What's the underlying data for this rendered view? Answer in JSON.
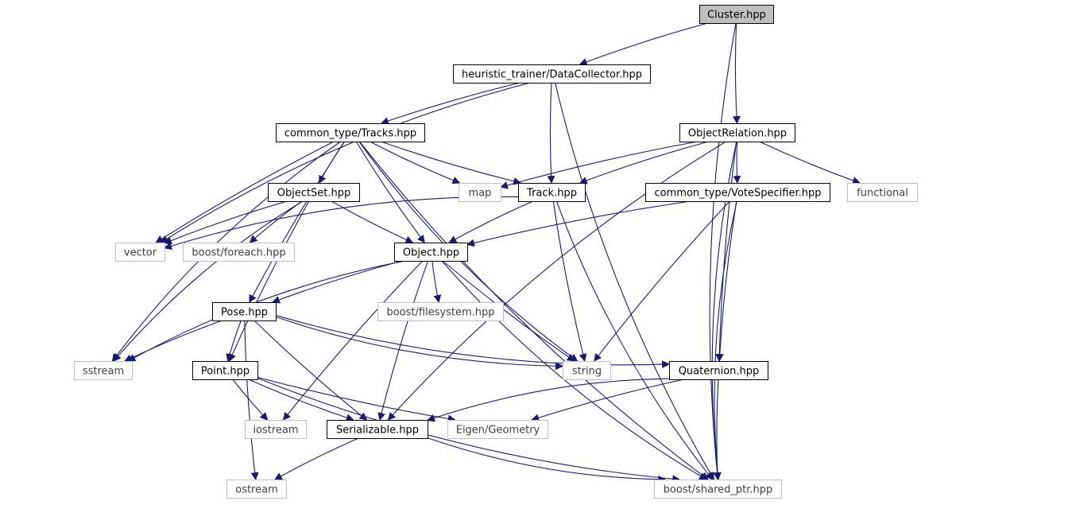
{
  "colors": {
    "edge": "#191970",
    "box_stroke_local": "#000000",
    "box_stroke_external": "#bfbfbf",
    "root_fill": "#bfbfbf",
    "text_local": "#000000",
    "text_external": "#404040"
  },
  "nodes": [
    {
      "id": "cluster",
      "label": "Cluster.hpp",
      "kind": "root"
    },
    {
      "id": "datacollector",
      "label": "heuristic_trainer/DataCollector.hpp",
      "kind": "local"
    },
    {
      "id": "tracks",
      "label": "common_type/Tracks.hpp",
      "kind": "local"
    },
    {
      "id": "objrel",
      "label": "ObjectRelation.hpp",
      "kind": "local"
    },
    {
      "id": "map",
      "label": "map",
      "kind": "external"
    },
    {
      "id": "track",
      "label": "Track.hpp",
      "kind": "local"
    },
    {
      "id": "objectset",
      "label": "ObjectSet.hpp",
      "kind": "local"
    },
    {
      "id": "votespec",
      "label": "common_type/VoteSpecifier.hpp",
      "kind": "local"
    },
    {
      "id": "functional",
      "label": "functional",
      "kind": "external"
    },
    {
      "id": "vector",
      "label": "vector",
      "kind": "external"
    },
    {
      "id": "foreach",
      "label": "boost/foreach.hpp",
      "kind": "external"
    },
    {
      "id": "object",
      "label": "Object.hpp",
      "kind": "local"
    },
    {
      "id": "pose",
      "label": "Pose.hpp",
      "kind": "local"
    },
    {
      "id": "filesystem",
      "label": "boost/filesystem.hpp",
      "kind": "external"
    },
    {
      "id": "sstream",
      "label": "sstream",
      "kind": "external"
    },
    {
      "id": "point",
      "label": "Point.hpp",
      "kind": "local"
    },
    {
      "id": "string",
      "label": "string",
      "kind": "external"
    },
    {
      "id": "quaternion",
      "label": "Quaternion.hpp",
      "kind": "local"
    },
    {
      "id": "iostream",
      "label": "iostream",
      "kind": "external"
    },
    {
      "id": "serializable",
      "label": "Serializable.hpp",
      "kind": "local"
    },
    {
      "id": "eigen",
      "label": "Eigen/Geometry",
      "kind": "external"
    },
    {
      "id": "ostream",
      "label": "ostream",
      "kind": "external"
    },
    {
      "id": "sharedptr",
      "label": "boost/shared_ptr.hpp",
      "kind": "external"
    }
  ],
  "edges": [
    [
      "cluster",
      "datacollector"
    ],
    [
      "cluster",
      "objrel"
    ],
    [
      "cluster",
      "sharedptr"
    ],
    [
      "datacollector",
      "tracks"
    ],
    [
      "datacollector",
      "track"
    ],
    [
      "datacollector",
      "vector"
    ],
    [
      "datacollector",
      "sharedptr"
    ],
    [
      "tracks",
      "objectset"
    ],
    [
      "tracks",
      "map"
    ],
    [
      "tracks",
      "track"
    ],
    [
      "tracks",
      "vector"
    ],
    [
      "tracks",
      "object"
    ],
    [
      "tracks",
      "string"
    ],
    [
      "tracks",
      "sstream"
    ],
    [
      "tracks",
      "pose"
    ],
    [
      "tracks",
      "sharedptr"
    ],
    [
      "objrel",
      "map"
    ],
    [
      "objrel",
      "track"
    ],
    [
      "objrel",
      "votespec"
    ],
    [
      "objrel",
      "functional"
    ],
    [
      "objrel",
      "quaternion"
    ],
    [
      "objrel",
      "serializable"
    ],
    [
      "objrel",
      "sharedptr"
    ],
    [
      "objectset",
      "vector"
    ],
    [
      "objectset",
      "foreach"
    ],
    [
      "objectset",
      "object"
    ],
    [
      "objectset",
      "point"
    ],
    [
      "objectset",
      "sstream"
    ],
    [
      "track",
      "vector"
    ],
    [
      "track",
      "object"
    ],
    [
      "track",
      "string"
    ],
    [
      "track",
      "sharedptr"
    ],
    [
      "votespec",
      "object"
    ],
    [
      "votespec",
      "string"
    ],
    [
      "votespec",
      "quaternion"
    ],
    [
      "votespec",
      "sharedptr"
    ],
    [
      "object",
      "pose"
    ],
    [
      "object",
      "filesystem"
    ],
    [
      "object",
      "string"
    ],
    [
      "object",
      "iostream"
    ],
    [
      "object",
      "serializable"
    ],
    [
      "object",
      "sharedptr"
    ],
    [
      "object",
      "sstream"
    ],
    [
      "pose",
      "point"
    ],
    [
      "pose",
      "sstream"
    ],
    [
      "pose",
      "string"
    ],
    [
      "pose",
      "quaternion"
    ],
    [
      "pose",
      "serializable"
    ],
    [
      "pose",
      "ostream"
    ],
    [
      "point",
      "iostream"
    ],
    [
      "point",
      "serializable"
    ],
    [
      "point",
      "eigen"
    ],
    [
      "point",
      "sharedptr"
    ],
    [
      "quaternion",
      "serializable"
    ],
    [
      "quaternion",
      "eigen"
    ],
    [
      "quaternion",
      "sharedptr"
    ],
    [
      "serializable",
      "ostream"
    ],
    [
      "serializable",
      "sharedptr"
    ]
  ]
}
